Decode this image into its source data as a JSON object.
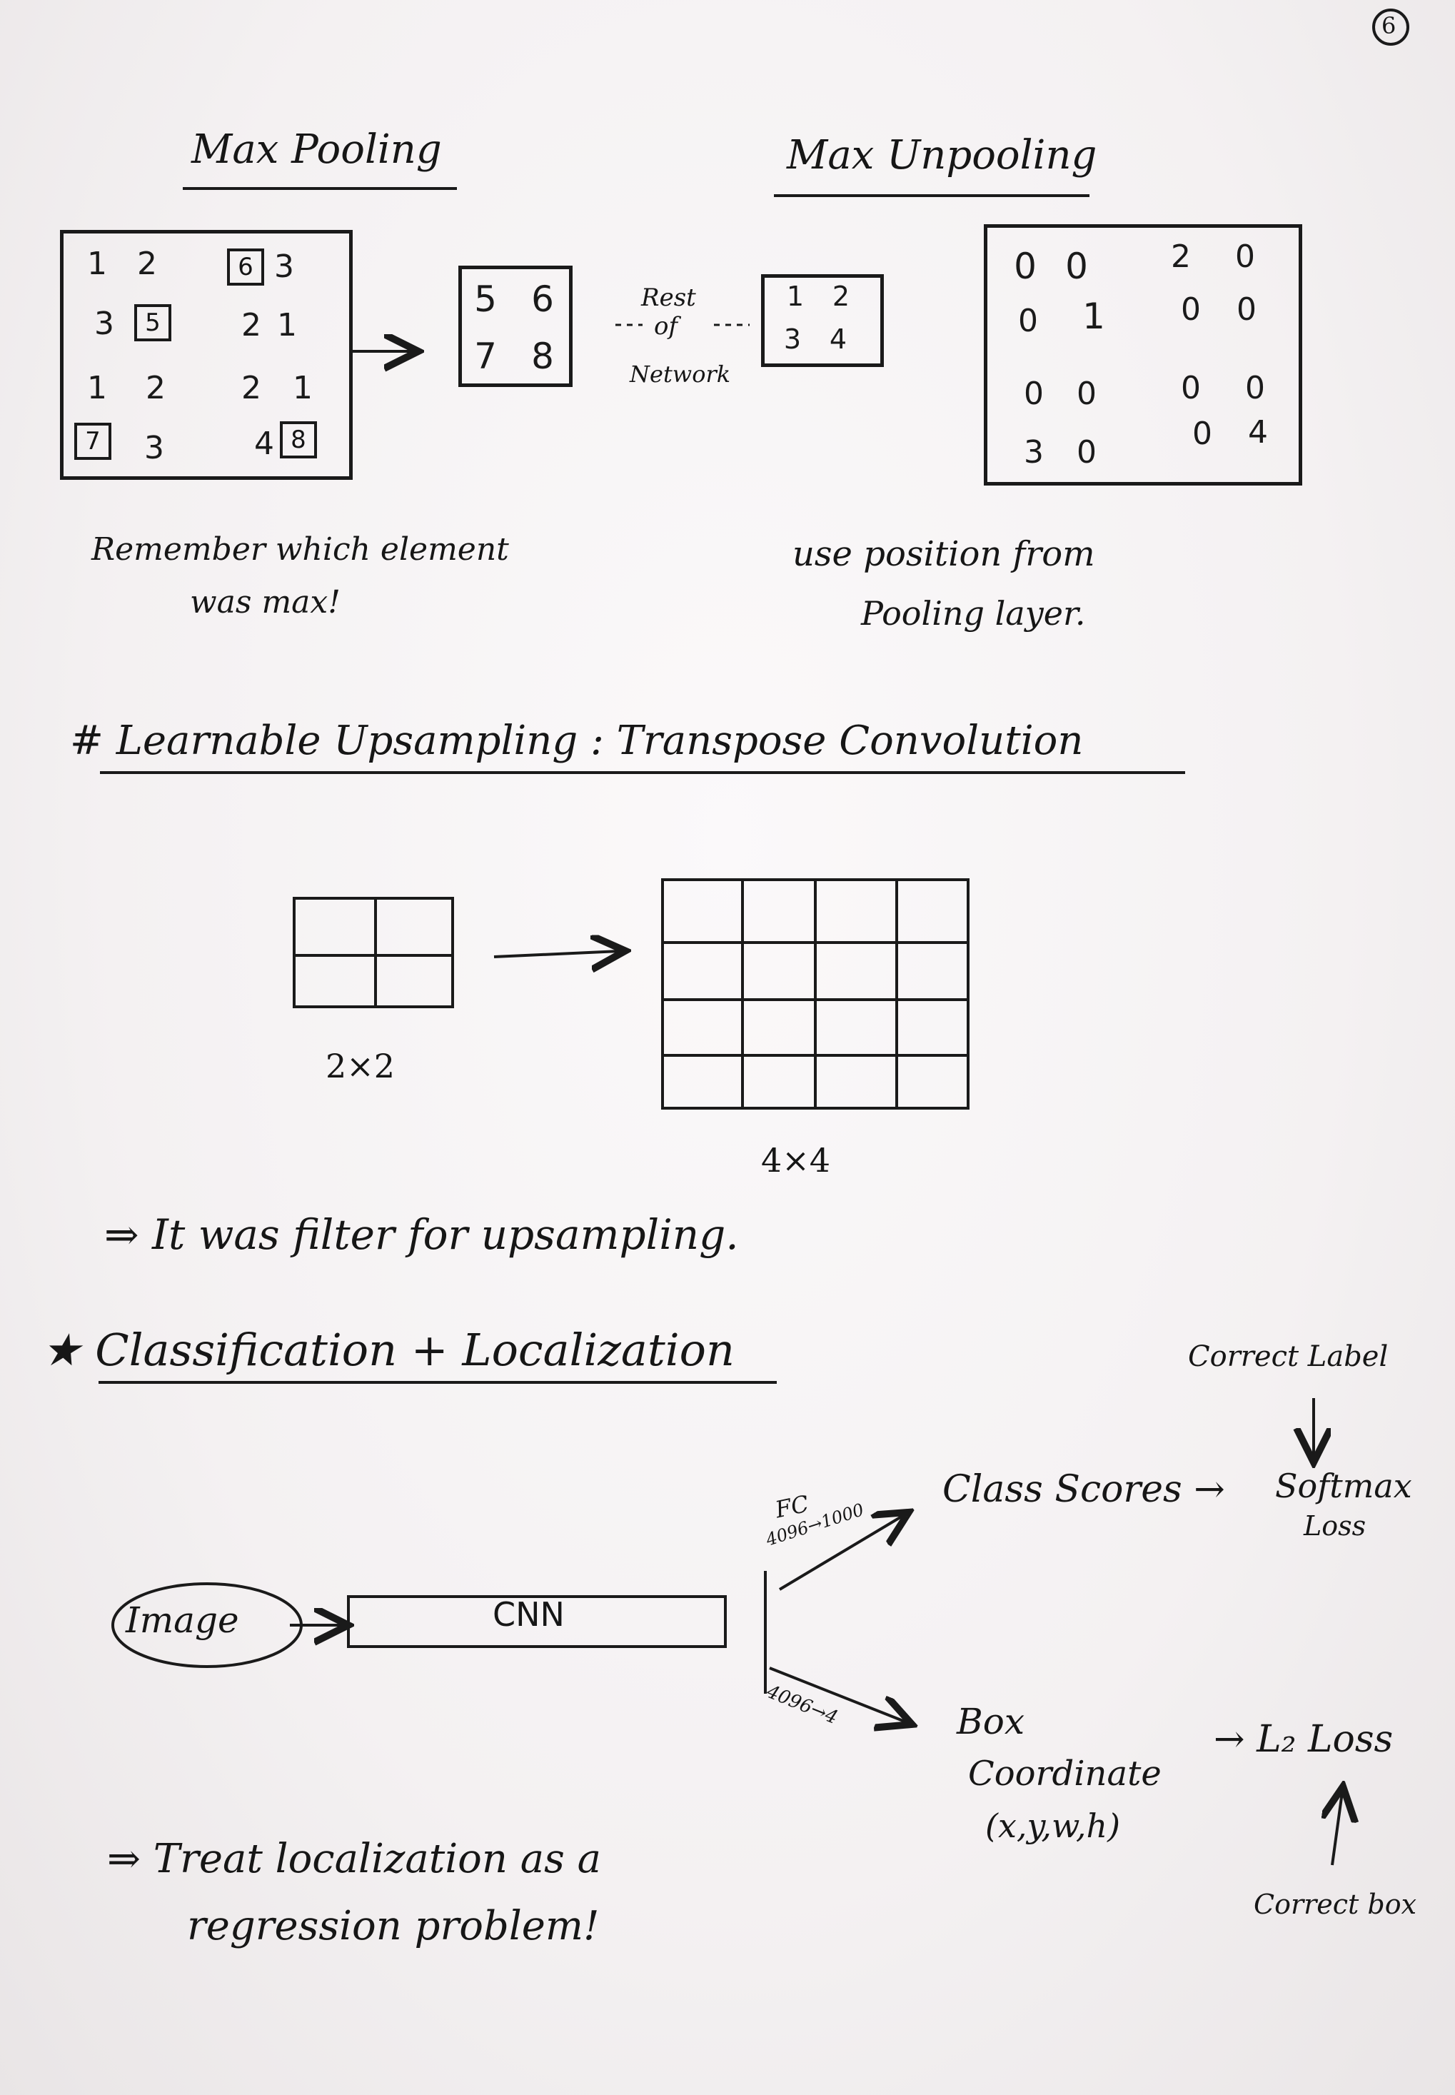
{
  "page_number": "6",
  "max_pooling": {
    "title": "Max Pooling",
    "input": [
      [
        "1",
        "2",
        "6",
        "3"
      ],
      [
        "3",
        "5",
        "2",
        "1"
      ],
      [
        "1",
        "2",
        "2",
        "1"
      ],
      [
        "7",
        "3",
        "4",
        "8"
      ]
    ],
    "output": [
      [
        "5",
        "6"
      ],
      [
        "7",
        "8"
      ]
    ],
    "note_line1": "Remember which element",
    "note_line2": "was max!"
  },
  "rest_of_network": [
    "Rest",
    "of",
    "Network"
  ],
  "max_unpooling": {
    "title": "Max Unpooling",
    "input": [
      [
        "1",
        "2"
      ],
      [
        "3",
        "4"
      ]
    ],
    "output": [
      [
        "0",
        "0",
        "2",
        "0"
      ],
      [
        "0",
        "1",
        "0",
        "0"
      ],
      [
        "0",
        "0",
        "0",
        "0"
      ],
      [
        "3",
        "0",
        "0",
        "4"
      ]
    ],
    "note_line1": "use position from",
    "note_line2": "Pooling layer."
  },
  "transpose_conv": {
    "title": "# Learnable Upsampling : Transpose Convolution",
    "small_label": "2×2",
    "large_label": "4×4",
    "note": "⇒ It was filter for upsampling."
  },
  "classification": {
    "title": "★ Classification + Localization",
    "image_label": "Image",
    "cnn_label": "CNN",
    "fc_label": "FC",
    "fc_top_dims": "4096→1000",
    "fc_bottom_dims": "4096→4",
    "class_scores": "Class Scores →",
    "softmax_line1": "Softmax",
    "softmax_line2": "Loss",
    "correct_label": "Correct Label",
    "box_line1": "Box",
    "box_line2": "Coordinate",
    "box_line3": "(x,y,w,h)",
    "l2_loss": "→ L₂ Loss",
    "correct_box": "Correct box",
    "note_line1": "⇒ Treat localization as a",
    "note_line2": "regression problem!"
  }
}
